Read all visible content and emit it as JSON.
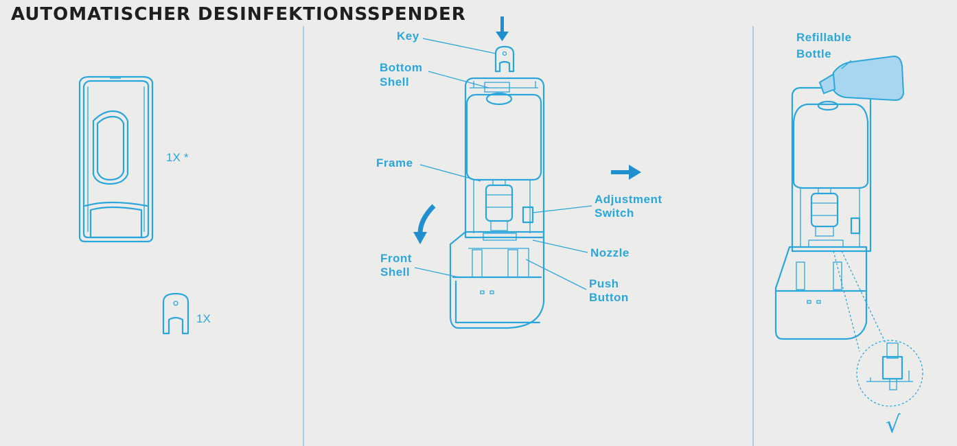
{
  "title": "AUTOMATISCHER DESINFEKTIONSSPENDER",
  "colors": {
    "accent": "#2aa6dc",
    "arrow": "#1f8fd0",
    "background": "#ececea",
    "divider": "#8ec8e6",
    "title": "#1e1e1e"
  },
  "panel1": {
    "dispenser_qty": "1X",
    "dispenser_note": "*",
    "key_qty": "1X"
  },
  "panel2": {
    "labels": {
      "key": "Key",
      "bottom_shell_1": "Bottom",
      "bottom_shell_2": "Shell",
      "frame": "Frame",
      "adjustment_1": "Adjustment",
      "adjustment_2": "Switch",
      "nozzle": "Nozzle",
      "front_shell_1": "Front",
      "front_shell_2": "Shell",
      "push_1": "Push",
      "push_2": "Button"
    }
  },
  "panel3": {
    "refill_1": "Refillable",
    "refill_2": "Bottle",
    "check_mark": "√"
  }
}
